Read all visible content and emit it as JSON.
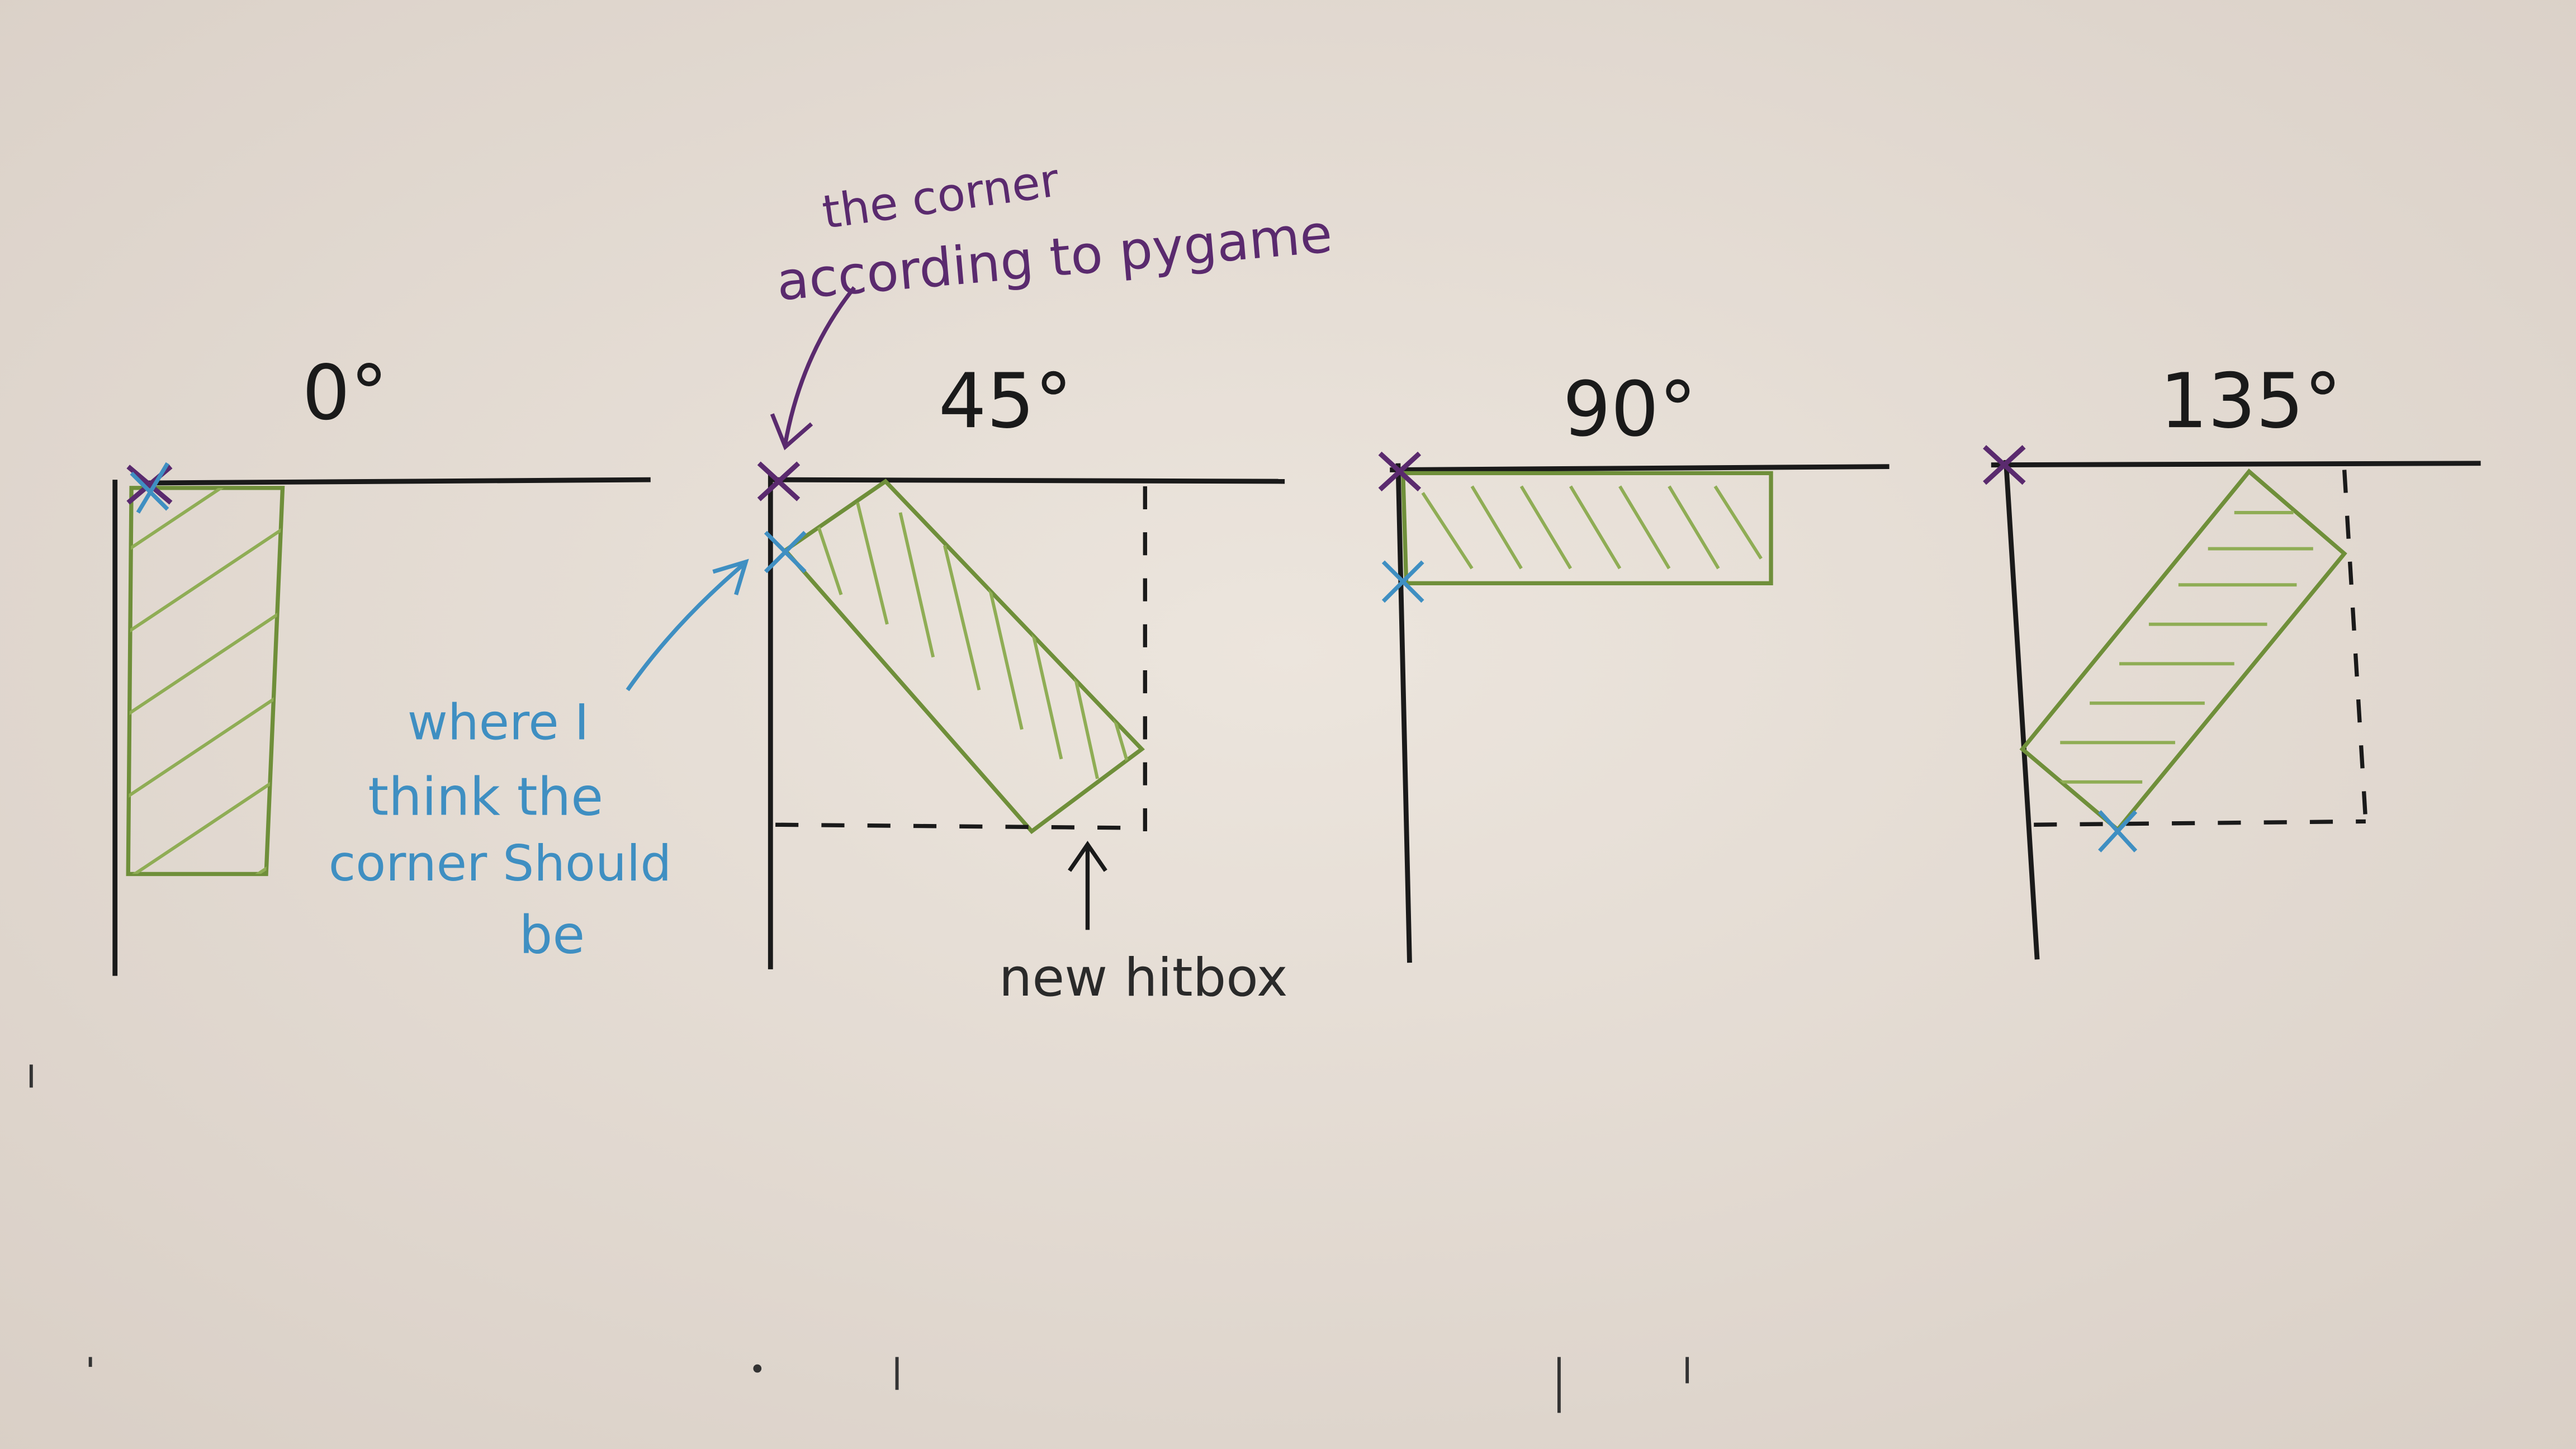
{
  "colors": {
    "paper": "#e6ded6",
    "ink_black": "#1a1a1a",
    "ink_green": "#6f8f3a",
    "ink_blue": "#3f8fc2",
    "ink_purple": "#5a2a6e"
  },
  "panels": [
    {
      "angle_label": "0°"
    },
    {
      "angle_label": "45°"
    },
    {
      "angle_label": "90°"
    },
    {
      "angle_label": "135°"
    }
  ],
  "annotations": {
    "pygame_corner": [
      "the corner",
      "according to pygame"
    ],
    "expected_corner": [
      "where I",
      "think the",
      "corner Should",
      "be"
    ],
    "new_hitbox": "new hitbox"
  }
}
